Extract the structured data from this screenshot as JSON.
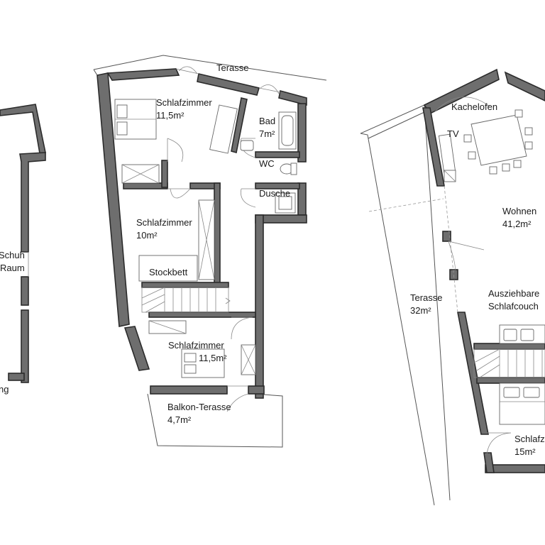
{
  "floor_plans": {
    "left_partial": {
      "rooms": [
        {
          "name": "Schuh",
          "area": "Raum"
        },
        {
          "name": "ng",
          "area": ""
        }
      ]
    },
    "middle": {
      "outdoor_top": "Terasse",
      "rooms": [
        {
          "name": "Schlafzimmer",
          "area": "11,5m²"
        },
        {
          "name": "Bad",
          "area": "7m²"
        },
        {
          "name": "WC",
          "area": ""
        },
        {
          "name": "Dusche",
          "area": ""
        },
        {
          "name": "Schlafzimmer",
          "area": "10m²"
        },
        {
          "name": "Stockbett",
          "area": ""
        },
        {
          "name": "Schlafzimmer",
          "area": "11,5m²"
        },
        {
          "name": "Balkon-Terasse",
          "area": "4,7m²"
        }
      ]
    },
    "right": {
      "rooms": [
        {
          "name": "Kachelofen",
          "area": ""
        },
        {
          "name": "TV",
          "area": ""
        },
        {
          "name": "Wohnen",
          "area": "41,2m²"
        },
        {
          "name": "Terasse",
          "area": "32m²"
        },
        {
          "name": "Ausziehbare",
          "area": "Schlafcouch"
        },
        {
          "name": "Schlafz",
          "area": "15m²"
        }
      ]
    }
  }
}
